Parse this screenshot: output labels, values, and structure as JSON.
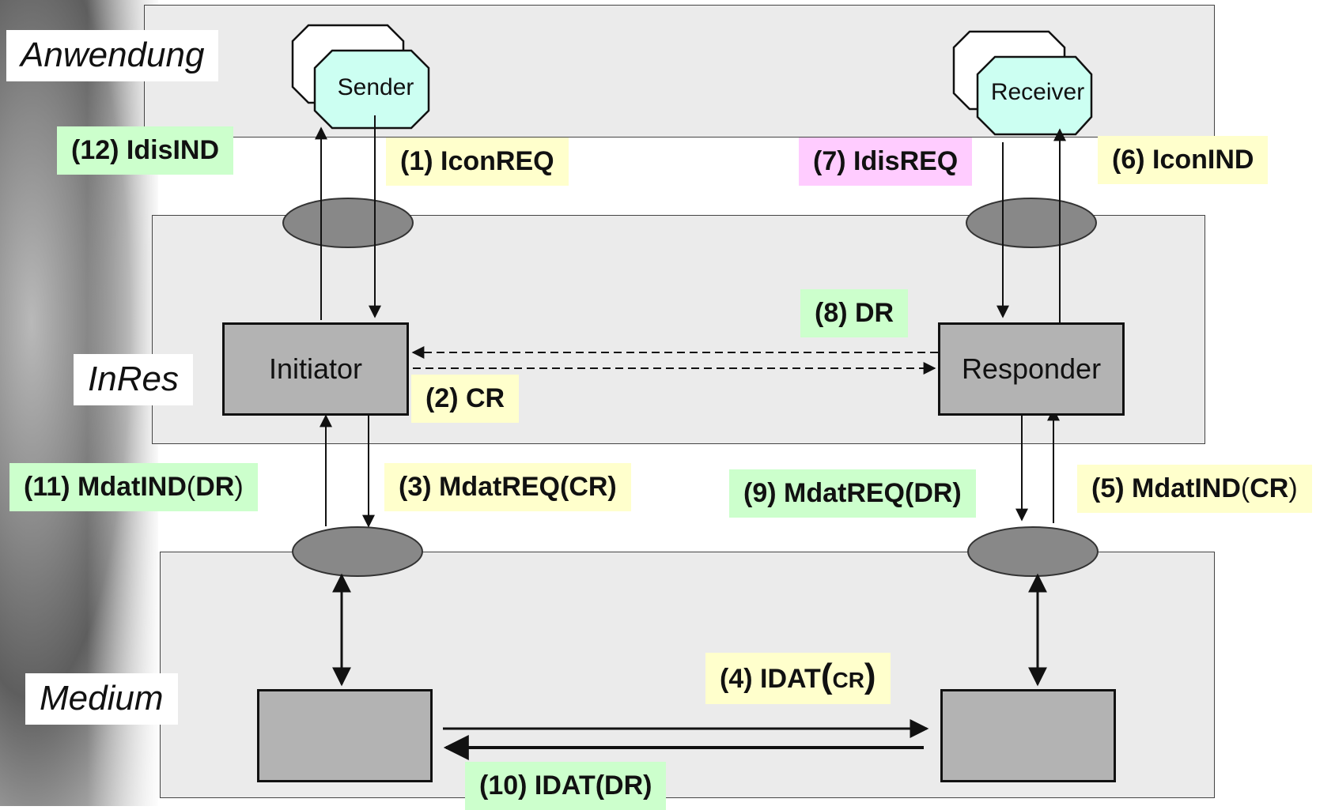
{
  "layers": {
    "application": "Anwendung",
    "service": "InRes",
    "medium": "Medium"
  },
  "entities": {
    "sender": "Sender",
    "receiver": "Receiver",
    "initiator": "Initiator",
    "responder": "Responder"
  },
  "messages": {
    "m1": "(1) IconREQ",
    "m2": "(2) CR",
    "m3": "(3) MdatREQ(CR)",
    "m4_prefix": "(4) IDAT",
    "m4_open": "(",
    "m4_arg": "CR",
    "m4_close": ")",
    "m5_prefix": "(5) MdatIND",
    "m5_open": "(",
    "m5_arg": "CR",
    "m5_close": ")",
    "m6": "(6) IconIND",
    "m7": "(7) IdisREQ",
    "m8": "(8) DR",
    "m9": "(9) MdatREQ(DR)",
    "m10": "(10) IDAT(DR)",
    "m11_prefix": "(11) MdatIND",
    "m11_open": "(",
    "m11_arg": "DR",
    "m11_close": ")",
    "m12": "(12) IdisIND"
  },
  "colors": {
    "yellow_tag": "#ffffcc",
    "green_tag": "#ccffcc",
    "pink_tag": "#ffccff",
    "entity_fill": "#ccfff2",
    "box_fill": "#b3b3b3",
    "layer_fill": "#ebebeb"
  }
}
